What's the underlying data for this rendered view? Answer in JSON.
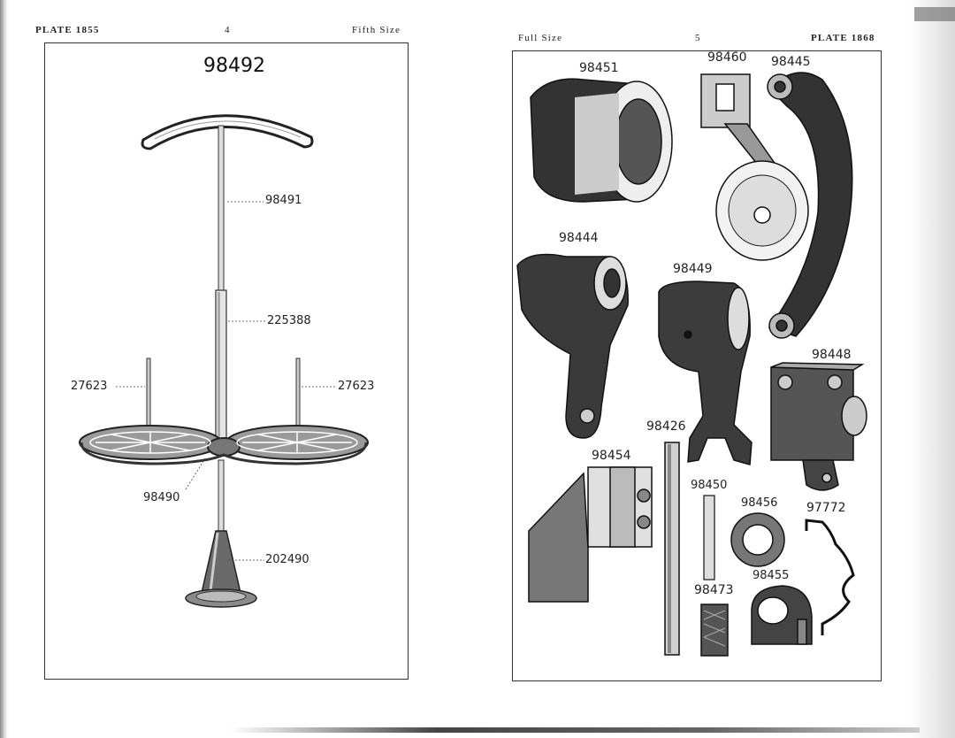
{
  "left_page": {
    "plate": "PLATE 1855",
    "page_number": "4",
    "scale": "Fifth Size",
    "title": "98492",
    "labels": {
      "rod": "98491",
      "tube": "225388",
      "pin_left": "27623",
      "pin_right": "27623",
      "plate": "98490",
      "base": "202490"
    }
  },
  "right_page": {
    "scale": "Full Size",
    "page_number": "5",
    "plate": "PLATE 1868",
    "labels": {
      "p98451": "98451",
      "p98460": "98460",
      "p98445": "98445",
      "p98444": "98444",
      "p98449": "98449",
      "p98448": "98448",
      "p98426": "98426",
      "p98454": "98454",
      "p98450": "98450",
      "p98456": "98456",
      "p97772": "97772",
      "p98455": "98455",
      "p98473": "98473"
    }
  },
  "colors": {
    "ink": "#1a1a1a",
    "paper": "#ffffff",
    "shade": "#555555"
  }
}
